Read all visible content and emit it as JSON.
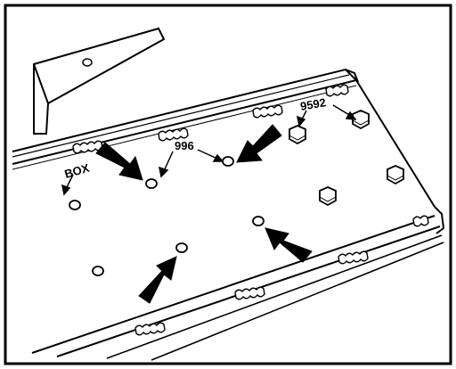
{
  "callouts": {
    "box": "BOX",
    "part_996": "996",
    "part_9592": "9592"
  },
  "colors": {
    "ink": "#000000",
    "paper": "#ffffff"
  }
}
